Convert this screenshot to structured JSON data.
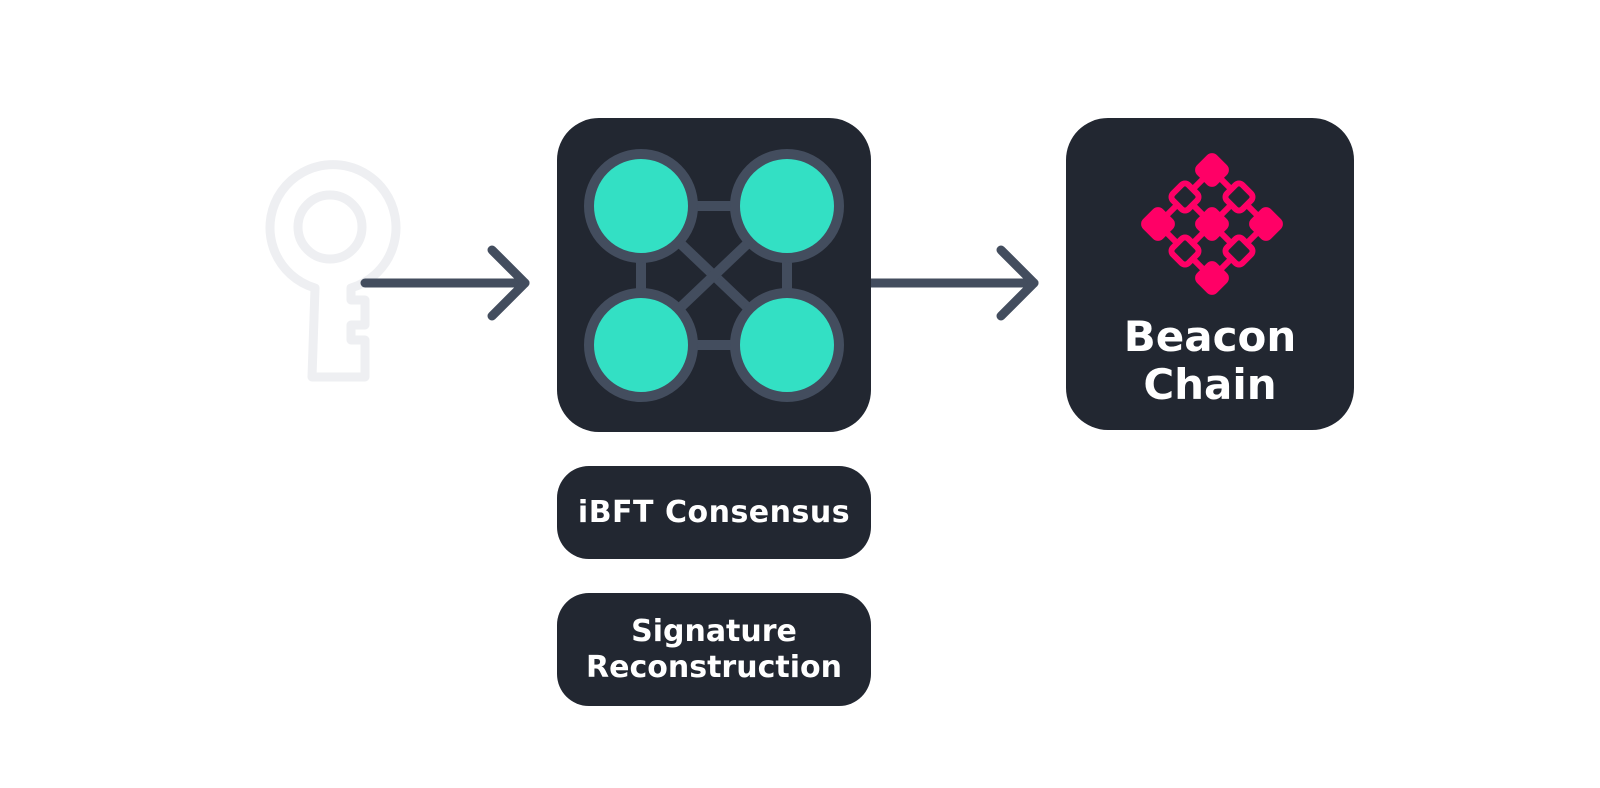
{
  "diagram": {
    "key_node": {
      "icon": "key-icon",
      "color": "#eeeff2"
    },
    "consensus_node": {
      "icon": "network-nodes-icon",
      "node_color": "#33e0c4",
      "edge_color": "#434d5e",
      "card_color": "#222731"
    },
    "beacon_node": {
      "icon": "beacon-chain-icon",
      "icon_color": "#ff0066",
      "title_line1": "Beacon",
      "title_line2": "Chain"
    },
    "labels": {
      "consensus": "iBFT Consensus",
      "signature_line1": "Signature",
      "signature_line2": "Reconstruction"
    },
    "arrow_color": "#434d5e",
    "flow": [
      "key",
      "iBFT Consensus",
      "Beacon Chain"
    ]
  }
}
